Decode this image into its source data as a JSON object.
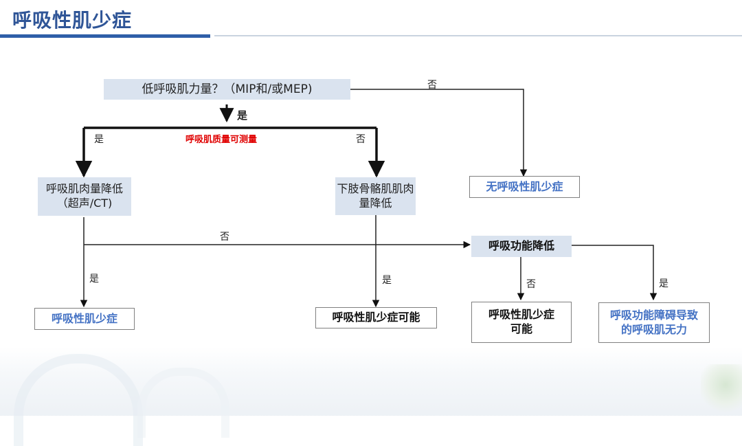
{
  "title": "呼吸性肌少症",
  "nodes": {
    "start": "低呼吸肌力量？（MIP和/或MEP)",
    "no_sarcopenia": "无呼吸性肌少症",
    "muscle_mass_low": "呼吸肌肉量降低（超声/CT)",
    "limb_muscle_low": "下肢骨骼肌肌肉量降低",
    "function_low": "呼吸功能降低",
    "resp_sarcopenia": "呼吸性肌少症",
    "resp_sarcopenia_possible": "呼吸性肌少症可能",
    "resp_sarcopenia_possible2": "呼吸性肌少症可能",
    "weakness_due_function": "呼吸功能障碍导致的呼吸肌无力"
  },
  "edge_labels": {
    "start_yes": "是",
    "start_no": "否",
    "measurable": "呼吸肌质量可测量",
    "measurable_yes": "是",
    "measurable_no": "否",
    "mass_no": "否",
    "mass_yes": "是",
    "limb_yes": "是",
    "function_no": "否",
    "function_yes": "是"
  }
}
